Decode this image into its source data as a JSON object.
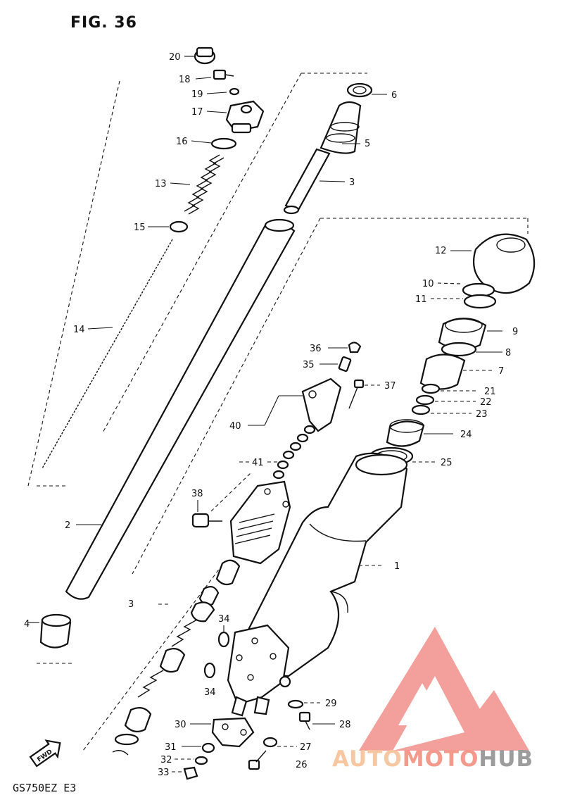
{
  "figure": {
    "title": "FIG. 36",
    "model": "GS750EZ  E3"
  },
  "watermark": {
    "part1": "AUTO",
    "part2": "MOTO",
    "part3": "HUB",
    "colors": {
      "auto": "#f6c7a0",
      "moto": "#f39a8c",
      "hub": "#9c9c9c",
      "logo": "#f07f7a"
    }
  },
  "direction_label": "FWD",
  "callouts": {
    "c20": "20",
    "c18": "18",
    "c19": "19",
    "c17": "17",
    "c16": "16",
    "c13": "13",
    "c15": "15",
    "c14": "14",
    "c2": "2",
    "c4": "4",
    "c6": "6",
    "c5": "5",
    "c3a": "3",
    "c3b": "3",
    "c12": "12",
    "c10": "10",
    "c11": "11",
    "c9": "9",
    "c8": "8",
    "c7": "7",
    "c21": "21",
    "c22": "22",
    "c23": "23",
    "c24": "24",
    "c25": "25",
    "c36": "36",
    "c35": "35",
    "c37": "37",
    "c40": "40",
    "c41": "41",
    "c38": "38",
    "c1": "1",
    "c34a": "34",
    "c34b": "34",
    "c29": "29",
    "c28": "28",
    "c30": "30",
    "c27": "27",
    "c26": "26",
    "c31": "31",
    "c32": "32",
    "c33": "33"
  }
}
